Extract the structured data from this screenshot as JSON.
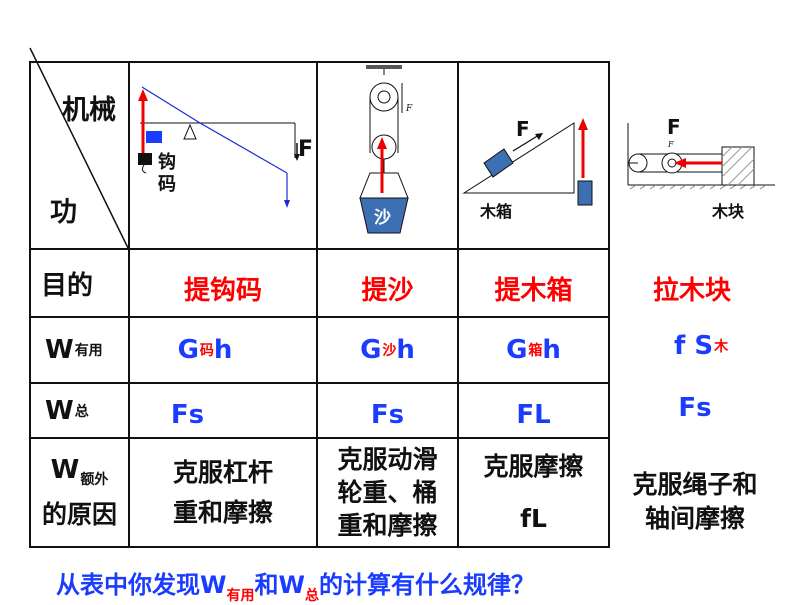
{
  "header": {
    "row_label": "机械",
    "col_label": "功"
  },
  "machines": [
    {
      "name": "lever",
      "labels": [
        "钩",
        "码"
      ],
      "force_label": "F"
    },
    {
      "name": "pulley",
      "labels": [
        "沙"
      ],
      "force_label": "F"
    },
    {
      "name": "incline",
      "labels": [
        "木箱"
      ],
      "force_label": "F"
    },
    {
      "name": "horizontal-pull",
      "labels": [
        "木块"
      ],
      "force_label": "F"
    }
  ],
  "rows": {
    "purpose": {
      "label": "目的",
      "values": [
        "提钩码",
        "提沙",
        "提木箱",
        "拉木块"
      ]
    },
    "useful": {
      "label_main": "W",
      "label_sub": "有用",
      "values": [
        {
          "main": "G",
          "sub": "码",
          "tail": "h"
        },
        {
          "main": "G",
          "sub": "沙",
          "tail": "h"
        },
        {
          "main": "G",
          "sub": "箱",
          "tail": "h"
        },
        {
          "main": "f S",
          "sub": "木",
          "tail": ""
        }
      ]
    },
    "total": {
      "label_main": "W",
      "label_sub": "总",
      "values": [
        "Fs",
        "Fs",
        "FL",
        "Fs"
      ]
    },
    "extra": {
      "label_main": "W",
      "label_sub": "额外",
      "label_line2": "的原因",
      "values": [
        [
          "克服杠杆",
          "重和摩擦"
        ],
        [
          "克服动滑",
          "轮重、桶",
          "重和摩擦"
        ],
        [
          "克服摩擦",
          "fL"
        ],
        [
          "克服绳子和",
          "轴间摩擦"
        ]
      ]
    }
  },
  "question": {
    "part1": "从表中你发现W",
    "sub1": "有用",
    "part2": "和W",
    "sub2": "总",
    "part3": "的计算有什么规律？"
  }
}
